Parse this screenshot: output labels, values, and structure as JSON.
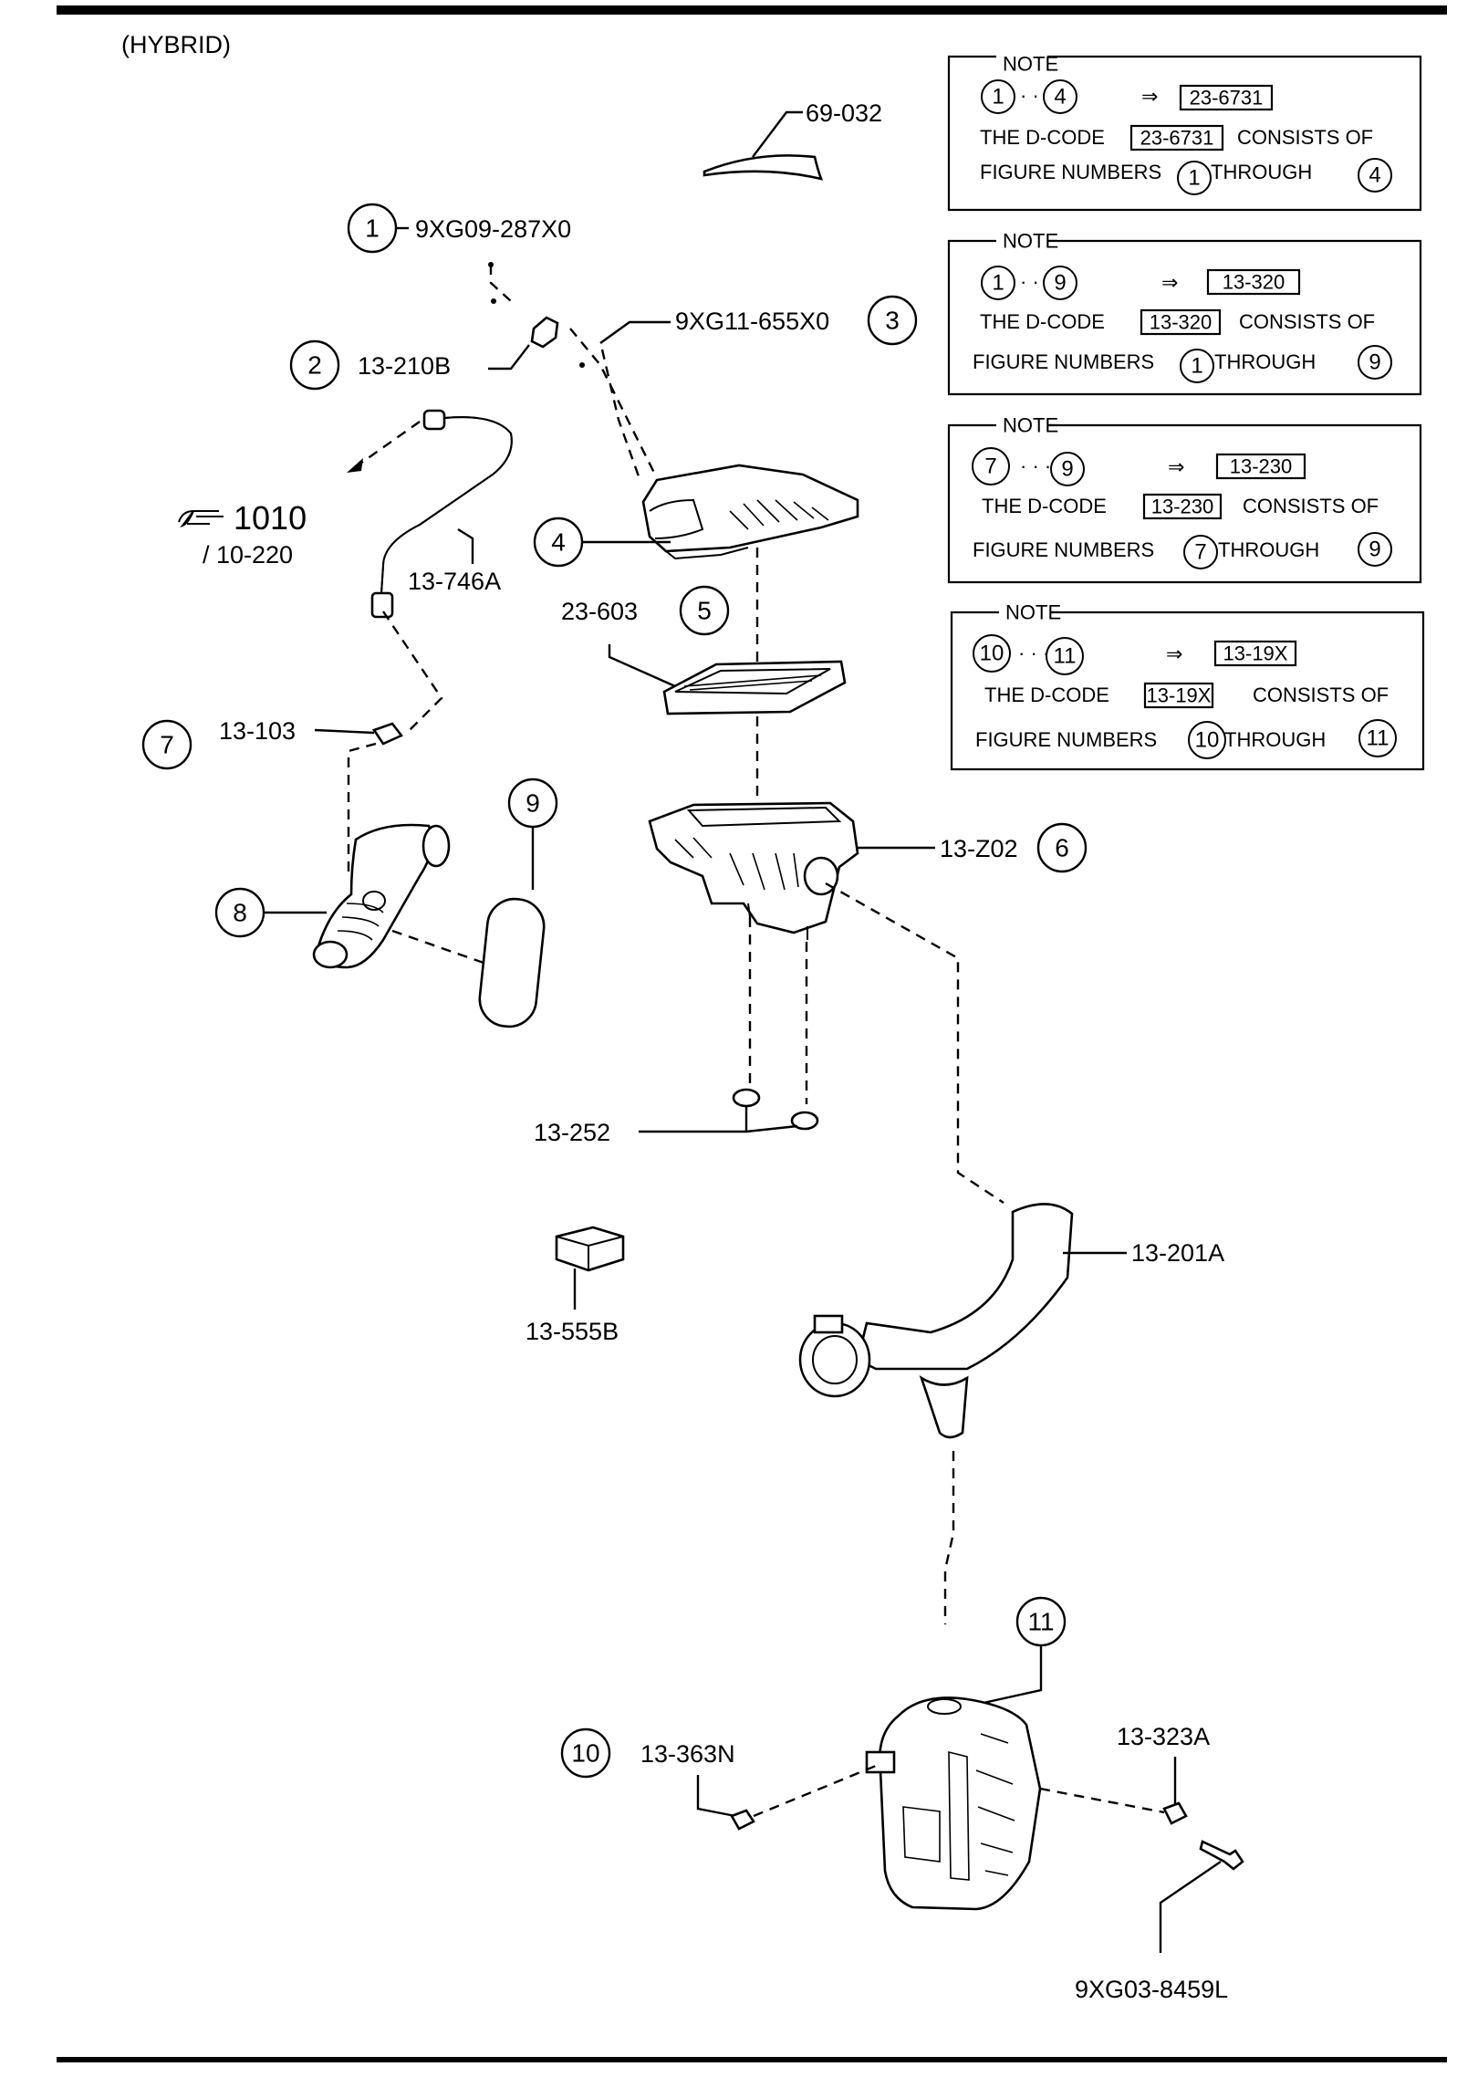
{
  "header": {
    "variant": "(HYBRID)"
  },
  "parts": {
    "p69_032": "69-032",
    "p1": {
      "num": "1",
      "code": "9XG09-287X0"
    },
    "p2": {
      "num": "2",
      "code": "13-210B"
    },
    "p3": {
      "num": "3",
      "code": "9XG11-655X0"
    },
    "p4": {
      "num": "4"
    },
    "p5": {
      "num": "5",
      "code": "23-603"
    },
    "p6": {
      "num": "6",
      "code": "13-Z02"
    },
    "p7": {
      "num": "7",
      "code": "13-103"
    },
    "p8": {
      "num": "8"
    },
    "p9": {
      "num": "9"
    },
    "p10": {
      "num": "10",
      "code": "13-363N"
    },
    "p11": {
      "num": "11"
    },
    "p13_746A": "13-746A",
    "p13_252": "13-252",
    "p13_555B": "13-555B",
    "p13_201A": "13-201A",
    "p13_323A": "13-323A",
    "p9XG03": "9XG03-8459L"
  },
  "reference": {
    "page": "1010",
    "section": "/ 10-220"
  },
  "notes": [
    {
      "title": "NOTE",
      "from": "1",
      "to": "4",
      "arrow": "⇒",
      "dcode": "23-6731",
      "line2_pre": "THE D-CODE",
      "line2_post": "CONSISTS OF",
      "line3_pre": "FIGURE NUMBERS",
      "line3_mid": "THROUGH"
    },
    {
      "title": "NOTE",
      "from": "1",
      "to": "9",
      "arrow": "⇒",
      "dcode": "13-320",
      "line2_pre": "THE D-CODE",
      "line2_post": "CONSISTS OF",
      "line3_pre": "FIGURE NUMBERS",
      "line3_mid": "THROUGH"
    },
    {
      "title": "NOTE",
      "from": "7",
      "to": "9",
      "arrow": "⇒",
      "dcode": "13-230",
      "line2_pre": "THE D-CODE",
      "line2_post": "CONSISTS OF",
      "line3_pre": "FIGURE NUMBERS",
      "line3_mid": "THROUGH"
    },
    {
      "title": "NOTE",
      "from": "10",
      "to": "11",
      "arrow": "⇒",
      "dcode": "13-19X",
      "line2_pre": "THE D-CODE",
      "line2_post": "CONSISTS OF",
      "line3_pre": "FIGURE NUMBERS",
      "line3_mid": "THROUGH"
    }
  ],
  "icons": {
    "reference_hand": "pointing-hand-icon"
  }
}
